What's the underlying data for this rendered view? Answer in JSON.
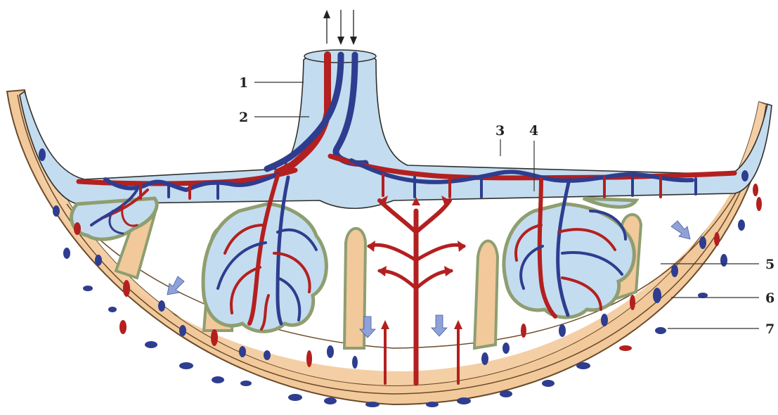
{
  "labels": {
    "l1": "1",
    "l2": "2",
    "l3": "3",
    "l4": "4",
    "l5": "5",
    "l6": "6",
    "l7": "7"
  },
  "colors": {
    "artery": "#b3201f",
    "vein": "#2e3d8f",
    "chorionic_plate": "#c4dcef",
    "decidua": "#f1c99b",
    "maternal_flow_arrow": "#8fa2d8"
  }
}
